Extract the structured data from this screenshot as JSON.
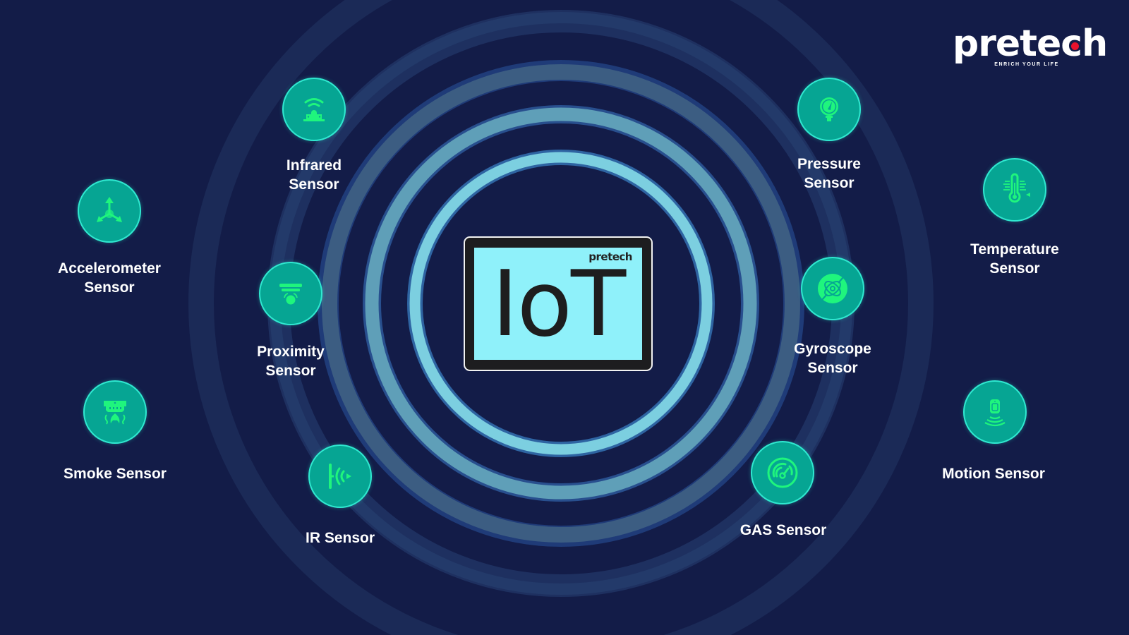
{
  "brand": {
    "name": "pretech",
    "tagline": "ENRICH YOUR LIFE",
    "accent_dot_color": "#e8122d"
  },
  "center": {
    "device": "tablet",
    "screen_logo": "pretech",
    "title": "IoT",
    "screen_color": "#8ff1fa"
  },
  "colors": {
    "background": "#131c48",
    "icon_circle": "#06a593",
    "icon_circle_border": "#30e8d0",
    "icon_glyph": "#1ff57d",
    "rings": [
      "#7fd0e0",
      "#5e9eb8",
      "#3b5a80",
      "#24385f",
      "#1c2a55"
    ]
  },
  "sensors": [
    {
      "id": "infrared",
      "line1": "Infrared",
      "line2": "Sensor",
      "icon": "infrared-sensor-icon"
    },
    {
      "id": "accelerometer",
      "line1": "Accelerometer",
      "line2": "Sensor",
      "icon": "accelerometer-icon"
    },
    {
      "id": "proximity",
      "line1": "Proximity",
      "line2": "Sensor",
      "icon": "proximity-sensor-icon"
    },
    {
      "id": "smoke",
      "line1": "Smoke Sensor",
      "line2": "",
      "icon": "smoke-detector-icon"
    },
    {
      "id": "ir",
      "line1": "IR Sensor",
      "line2": "",
      "icon": "ir-emitter-icon"
    },
    {
      "id": "pressure",
      "line1": "Pressure",
      "line2": "Sensor",
      "icon": "pressure-gauge-icon"
    },
    {
      "id": "temperature",
      "line1": "Temperature",
      "line2": "Sensor",
      "icon": "thermometer-icon"
    },
    {
      "id": "gyroscope",
      "line1": "Gyroscope",
      "line2": "Sensor",
      "icon": "gyroscope-icon"
    },
    {
      "id": "motion",
      "line1": "Motion Sensor",
      "line2": "",
      "icon": "motion-sensor-icon"
    },
    {
      "id": "gas",
      "line1": "GAS Sensor",
      "line2": "",
      "icon": "gas-meter-icon"
    }
  ]
}
